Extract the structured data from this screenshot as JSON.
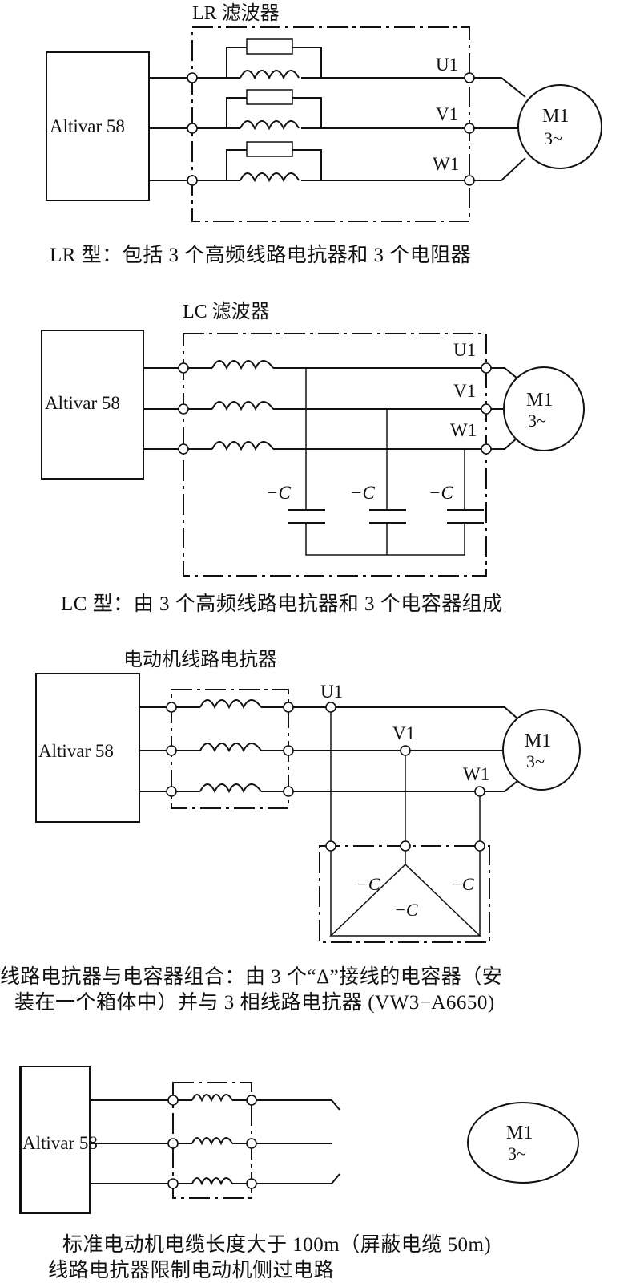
{
  "diagrams": [
    {
      "id": "lr",
      "title": "LR 滤波器",
      "drive_label": "Altivar 58",
      "motor": {
        "name": "M1",
        "phase": "3~"
      },
      "terminals": [
        "U1",
        "V1",
        "W1"
      ],
      "caption": "LR 型：包括 3 个高频线路电抗器和 3 个电阻器"
    },
    {
      "id": "lc",
      "title": "LC 滤波器",
      "drive_label": "Altivar 58",
      "motor": {
        "name": "M1",
        "phase": "3~"
      },
      "terminals": [
        "U1",
        "V1",
        "W1"
      ],
      "capacitor_label": "−C",
      "caption": "LC 型：由 3 个高频线路电抗器和 3 个电容器组成"
    },
    {
      "id": "lr-delta",
      "title": "电动机线路电抗器",
      "drive_label": "Altivar 58",
      "motor": {
        "name": "M1",
        "phase": "3~"
      },
      "terminals": [
        "U1",
        "V1",
        "W1"
      ],
      "capacitor_label": "−C",
      "caption_lines": [
        "线路电抗器与电容器组合：由 3 个“Δ”接线的电容器（安",
        "装在一个箱体中）并与 3 相线路电抗器 (VW3−A6650)"
      ]
    },
    {
      "id": "reactor-only",
      "drive_label": "Altivar 58",
      "motor": {
        "name": "M1",
        "phase": "3~"
      },
      "caption_lines": [
        "标准电动机电缆长度大于 100m（屏蔽电缆 50m)",
        "线路电抗器限制电动机侧过电路"
      ]
    }
  ]
}
